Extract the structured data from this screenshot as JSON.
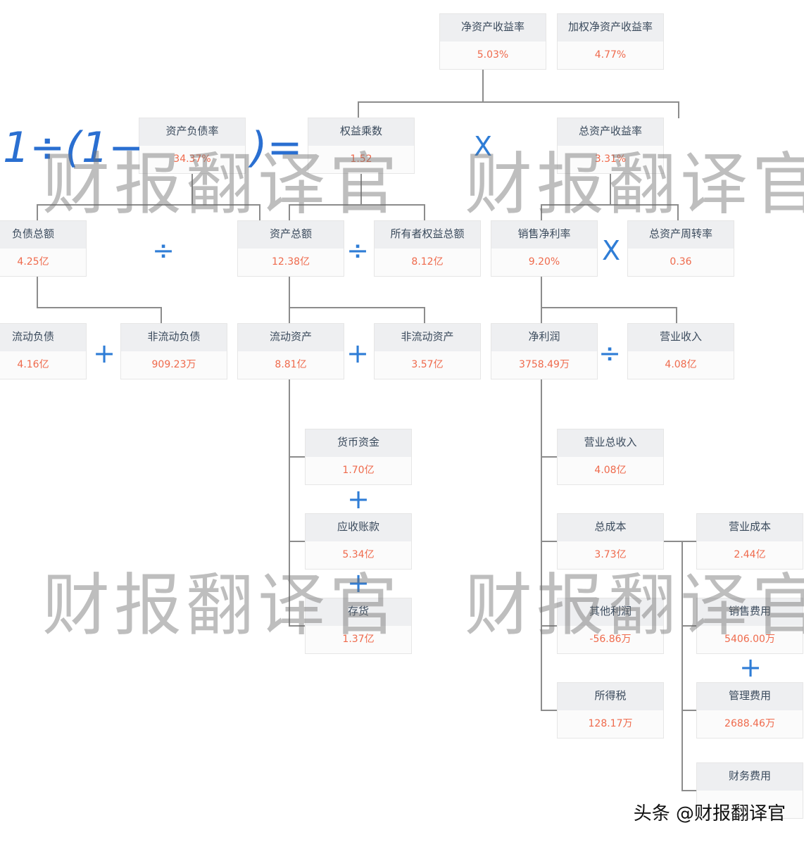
{
  "formula": {
    "prefix": "1÷(1−",
    "suffix": ")="
  },
  "nodes": [
    {
      "id": "roe",
      "label": "净资产收益率",
      "value": "5.03%"
    },
    {
      "id": "weighted-roe",
      "label": "加权净资产收益率",
      "value": "4.77%"
    },
    {
      "id": "debt-ratio",
      "label": "资产负债率",
      "value": "34.37%"
    },
    {
      "id": "equity-multiplier",
      "label": "权益乘数",
      "value": "1.52"
    },
    {
      "id": "roa",
      "label": "总资产收益率",
      "value": "3.31%"
    },
    {
      "id": "total-liabilities",
      "label": "负债总额",
      "value": "4.25亿"
    },
    {
      "id": "total-assets",
      "label": "资产总额",
      "value": "12.38亿"
    },
    {
      "id": "owners-equity",
      "label": "所有者权益总额",
      "value": "8.12亿"
    },
    {
      "id": "net-margin",
      "label": "销售净利率",
      "value": "9.20%"
    },
    {
      "id": "asset-turnover",
      "label": "总资产周转率",
      "value": "0.36"
    },
    {
      "id": "current-liabilities",
      "label": "流动负债",
      "value": "4.16亿"
    },
    {
      "id": "noncurrent-liabilities",
      "label": "非流动负债",
      "value": "909.23万"
    },
    {
      "id": "current-assets",
      "label": "流动资产",
      "value": "8.81亿"
    },
    {
      "id": "noncurrent-assets",
      "label": "非流动资产",
      "value": "3.57亿"
    },
    {
      "id": "net-profit",
      "label": "净利润",
      "value": "3758.49万"
    },
    {
      "id": "revenue",
      "label": "营业收入",
      "value": "4.08亿"
    },
    {
      "id": "cash",
      "label": "货币资金",
      "value": "1.70亿"
    },
    {
      "id": "total-revenue",
      "label": "营业总收入",
      "value": "4.08亿"
    },
    {
      "id": "receivables",
      "label": "应收账款",
      "value": "5.34亿"
    },
    {
      "id": "total-cost",
      "label": "总成本",
      "value": "3.73亿"
    },
    {
      "id": "operating-cost",
      "label": "营业成本",
      "value": "2.44亿"
    },
    {
      "id": "inventory",
      "label": "存货",
      "value": "1.37亿"
    },
    {
      "id": "other-profit",
      "label": "其他利润",
      "value": "-56.86万"
    },
    {
      "id": "selling-expense",
      "label": "销售费用",
      "value": "5406.00万"
    },
    {
      "id": "income-tax",
      "label": "所得税",
      "value": "128.17万"
    },
    {
      "id": "admin-expense",
      "label": "管理费用",
      "value": "2688.46万"
    },
    {
      "id": "finance-expense",
      "label": "财务费用",
      "value": ""
    }
  ],
  "operators": [
    {
      "id": "op-multiply-top",
      "symbol": "X",
      "icon": "multiply-icon"
    },
    {
      "id": "op-divide-liab-assets",
      "symbol": "÷",
      "icon": "divide-icon"
    },
    {
      "id": "op-divide-assets-equity",
      "symbol": "÷",
      "icon": "divide-icon"
    },
    {
      "id": "op-multiply-margin-turnover",
      "symbol": "X",
      "icon": "multiply-icon"
    },
    {
      "id": "op-plus-liabilities",
      "symbol": "+",
      "icon": "plus-icon"
    },
    {
      "id": "op-plus-assets",
      "symbol": "+",
      "icon": "plus-icon"
    },
    {
      "id": "op-divide-profit-revenue",
      "symbol": "÷",
      "icon": "divide-icon"
    },
    {
      "id": "op-plus-cash-receivables",
      "symbol": "+",
      "icon": "plus-icon"
    },
    {
      "id": "op-plus-receivables-inventory",
      "symbol": "+",
      "icon": "plus-icon"
    },
    {
      "id": "op-plus-selling-admin",
      "symbol": "+",
      "icon": "plus-icon"
    }
  ],
  "watermark": {
    "text": "财报翻译官"
  },
  "footer": {
    "credit": "头条 @财报翻译官"
  },
  "colors": {
    "label_bg": "#eeeff1",
    "label_text": "#3a4a5c",
    "value_text": "#ef6a4c",
    "operator": "#2f7dd6",
    "connector": "#8c8c8c"
  }
}
